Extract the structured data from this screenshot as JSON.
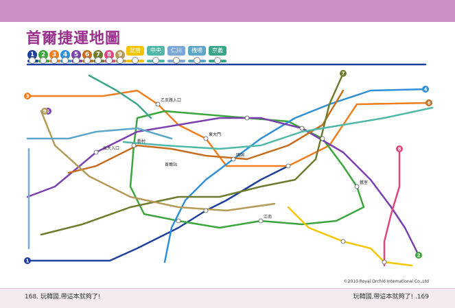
{
  "title": "首爾捷運地圖",
  "legend": {
    "numbered": [
      {
        "id": "1",
        "color": "#1f3f9c"
      },
      {
        "id": "2",
        "color": "#3aa53a"
      },
      {
        "id": "3",
        "color": "#f07d1e"
      },
      {
        "id": "4",
        "color": "#2f8fd6"
      },
      {
        "id": "5",
        "color": "#7a3fb0"
      },
      {
        "id": "6",
        "color": "#c86d1e"
      },
      {
        "id": "7",
        "color": "#6d7b2c"
      },
      {
        "id": "8",
        "color": "#e0457a"
      },
      {
        "id": "9",
        "color": "#b39a56"
      }
    ],
    "named": [
      {
        "label": "盆唐線",
        "color": "#f2c500"
      },
      {
        "label": "中央線",
        "color": "#4fb8a8"
      },
      {
        "label": "仁川線",
        "color": "#7aa7d6"
      },
      {
        "label": "機場線",
        "color": "#5ba6c9"
      },
      {
        "label": "京義線",
        "color": "#3aa58a"
      }
    ]
  },
  "line_endpoints": [
    {
      "id": "1",
      "color": "#1f3f9c"
    },
    {
      "id": "3",
      "color": "#f07d1e"
    },
    {
      "id": "5",
      "color": "#7a3fb0"
    },
    {
      "id": "9",
      "color": "#b39a56"
    },
    {
      "id": "4",
      "color": "#2f8fd6"
    },
    {
      "id": "6",
      "color": "#c86d1e"
    },
    {
      "id": "7",
      "color": "#6d7b2c"
    },
    {
      "id": "8",
      "color": "#e0457a"
    },
    {
      "id": "2",
      "color": "#3aa53a"
    }
  ],
  "labels": {
    "station_a": "乙支路入口",
    "station_b": "東大門",
    "station_c": "首爾站",
    "station_d": "弘大入口",
    "station_e": "江南",
    "station_f": "蠶室",
    "station_g": "新村",
    "station_h": "明洞"
  },
  "footer": {
    "left": "168. 玩韓國,帶這本就夠了!",
    "right": "玩韓國,帶這本就夠了! .169",
    "copyright": "©2010 Royal Orchid International Co.,Ltd"
  }
}
